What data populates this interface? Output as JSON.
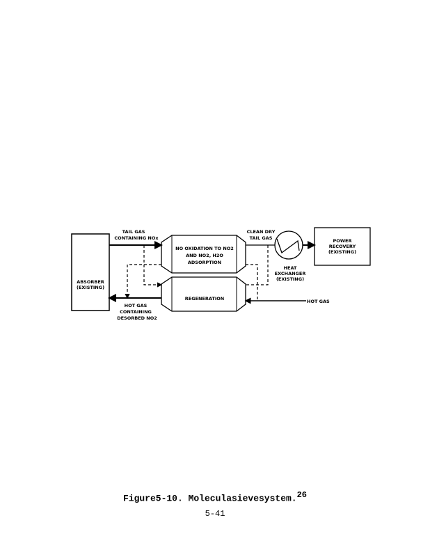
{
  "diagram": {
    "absorber": [
      "ABSORBER",
      "(EXISTING)"
    ],
    "tail_gas": [
      "TAIL GAS",
      "CONTAINING NOx"
    ],
    "oxidation": [
      "NO OXIDATION TO NO2",
      "AND NO2, H2O",
      "ADSORPTION"
    ],
    "regeneration": "REGENERATION",
    "clean_gas": [
      "CLEAN DRY",
      "TAIL GAS"
    ],
    "heat_exchanger": [
      "HEAT",
      "EXCHANGER",
      "(EXISTING)"
    ],
    "power_recovery": [
      "POWER",
      "RECOVERY",
      "(EXISTING)"
    ],
    "hot_gas_in": "HOT GAS",
    "hot_gas_out": [
      "HOT GAS",
      "CONTAINING",
      "DESORBED NO2"
    ]
  },
  "caption": {
    "text": "Figure5-10. Moleculasievesystem.",
    "ref": "26"
  },
  "page_number": "5-41"
}
